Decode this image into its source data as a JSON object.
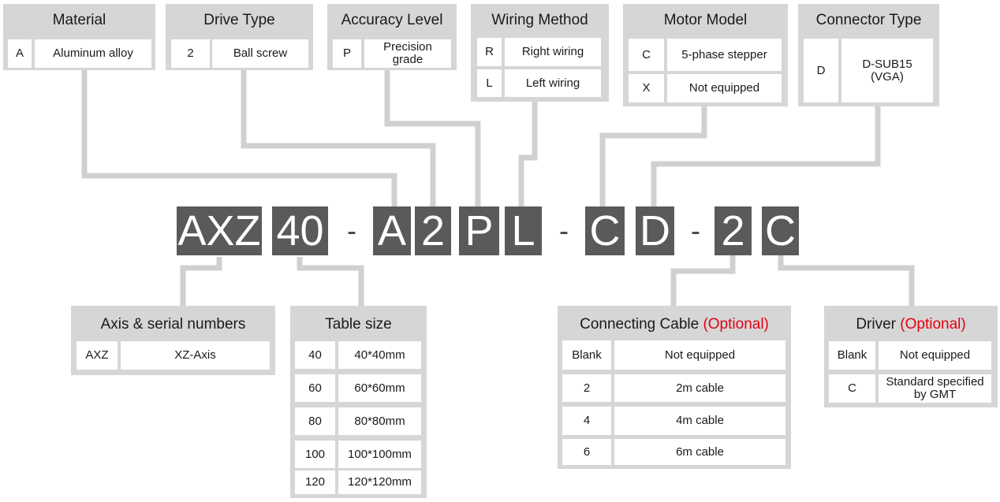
{
  "code": {
    "parts": [
      "AXZ",
      "40",
      "-",
      "A",
      "2",
      "P",
      "L",
      "-",
      "C",
      "D",
      "-",
      "2",
      "C"
    ]
  },
  "material": {
    "title": "Material",
    "rows": [
      [
        "A",
        "Aluminum alloy"
      ]
    ]
  },
  "drive_type": {
    "title": "Drive Type",
    "rows": [
      [
        "2",
        "Ball screw"
      ]
    ]
  },
  "accuracy_level": {
    "title": "Accuracy Level",
    "rows": [
      [
        "P",
        "Precision\ngrade"
      ]
    ]
  },
  "wiring_method": {
    "title": "Wiring Method",
    "rows": [
      [
        "R",
        "Right wiring"
      ],
      [
        "L",
        "Left wiring"
      ]
    ]
  },
  "motor_model": {
    "title": "Motor Model",
    "rows": [
      [
        "C",
        "5-phase stepper"
      ],
      [
        "X",
        "Not equipped"
      ]
    ]
  },
  "connector_type": {
    "title": "Connector Type",
    "rows": [
      [
        "D",
        "D-SUB15\n(VGA)"
      ]
    ]
  },
  "axis_serial": {
    "title": "Axis & serial numbers",
    "rows": [
      [
        "AXZ",
        "XZ-Axis"
      ]
    ]
  },
  "table_size": {
    "title": "Table size",
    "rows": [
      [
        "40",
        "40*40mm"
      ],
      [
        "60",
        "60*60mm"
      ],
      [
        "80",
        "80*80mm"
      ],
      [
        "100",
        "100*100mm"
      ],
      [
        "120",
        "120*120mm"
      ]
    ]
  },
  "connecting_cable": {
    "title": "Connecting Cable",
    "optional": "(Optional)",
    "rows": [
      [
        "Blank",
        "Not equipped"
      ],
      [
        "2",
        "2m cable"
      ],
      [
        "4",
        "4m cable"
      ],
      [
        "6",
        "6m cable"
      ]
    ]
  },
  "driver": {
    "title": "Driver",
    "optional": "(Optional)",
    "rows": [
      [
        "Blank",
        "Not equipped"
      ],
      [
        "C",
        "Standard specified\nby GMT"
      ]
    ]
  },
  "colors": {
    "panel": "#d6d6d6",
    "code_box": "#5a5a5a",
    "optional": "#e60012",
    "connector_line": "#d0d0d0"
  }
}
